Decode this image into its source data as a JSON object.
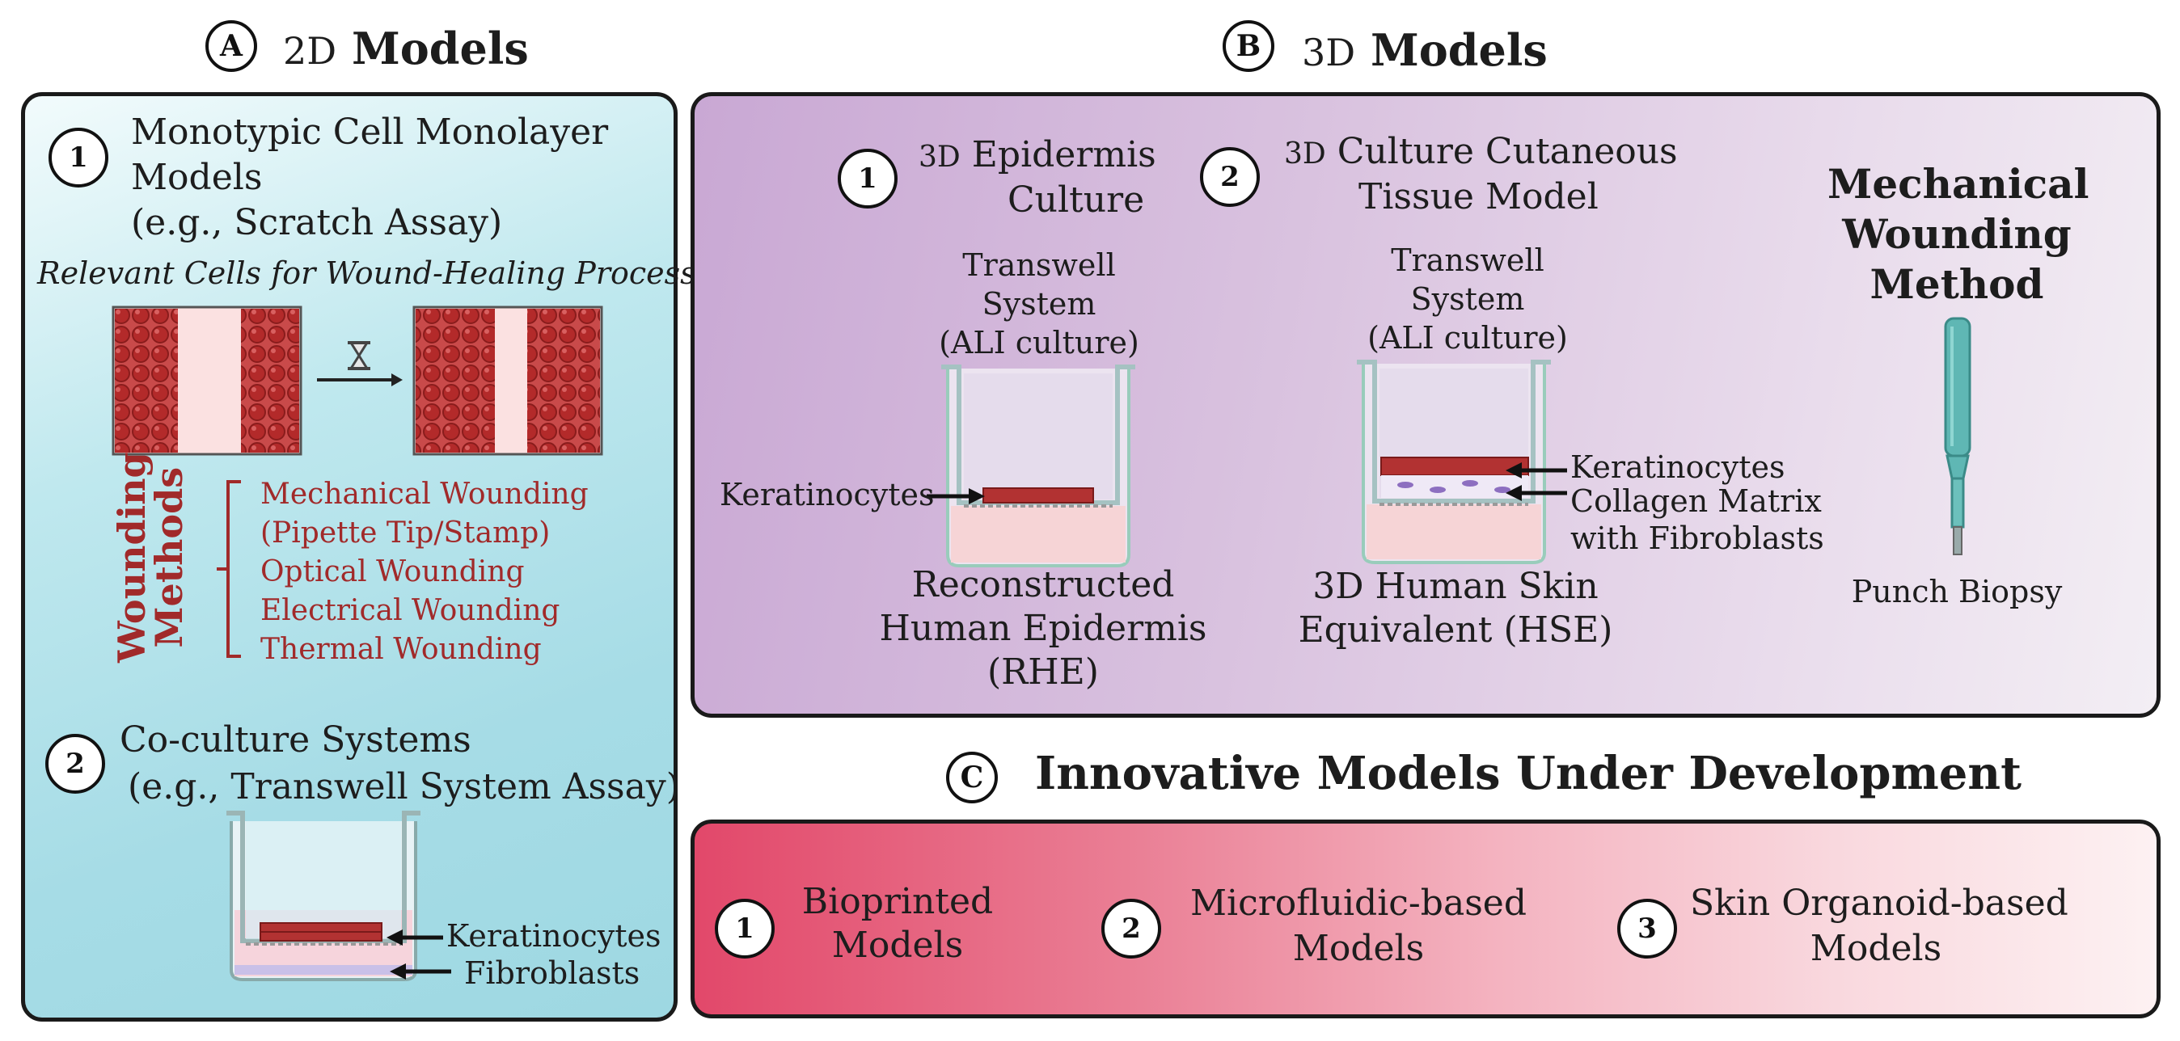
{
  "sectionA": {
    "letter": "A",
    "title_small": "2D",
    "title": "Models",
    "item1": {
      "number": "1",
      "line1": "Monotypic Cell Monolayer",
      "line2": "Models",
      "line3": "(e.g., Scratch Assay)"
    },
    "relevant_cells": "Relevant Cells for Wound-Healing Process",
    "wounding_label_1": "Wounding",
    "wounding_label_2": "Methods",
    "methods": [
      "Mechanical Wounding",
      "(Pipette Tip/Stamp)",
      "Optical Wounding",
      "Electrical Wounding",
      "Thermal Wounding"
    ],
    "item2": {
      "number": "2",
      "line1": "Co-culture Systems",
      "line2": "(e.g., Transwell System Assay)"
    },
    "label_keratinocytes": "Keratinocytes",
    "label_fibroblasts": "Fibroblasts"
  },
  "sectionB": {
    "letter": "B",
    "title_small": "3D",
    "title": "Models",
    "item1": {
      "number": "1",
      "prefix": "3D",
      "line1": "Epidermis",
      "line2": "Culture",
      "transwell": [
        "Transwell",
        "System",
        "(ALI culture)"
      ],
      "label_keratinocytes": "Keratinocytes",
      "caption": [
        "Reconstructed",
        "Human Epidermis",
        "(RHE)"
      ]
    },
    "item2": {
      "number": "2",
      "prefix": "3D",
      "line1": "Culture Cutaneous",
      "line2": "Tissue Model",
      "transwell": [
        "Transwell",
        "System",
        "(ALI culture)"
      ],
      "label_keratinocytes": "Keratinocytes",
      "label_collagen": [
        "Collagen Matrix",
        "with Fibroblasts"
      ],
      "caption": [
        "3D Human Skin",
        "Equivalent (HSE)"
      ]
    },
    "mechanical": [
      "Mechanical",
      "Wounding",
      "Method"
    ],
    "punch": "Punch Biopsy"
  },
  "sectionC": {
    "letter": "C",
    "title": "Innovative Models Under Development",
    "items": [
      {
        "number": "1",
        "lines": [
          "Bioprinted",
          "Models"
        ]
      },
      {
        "number": "2",
        "lines": [
          "Microfluidic-based",
          "Models"
        ]
      },
      {
        "number": "3",
        "lines": [
          "Skin Organoid-based",
          "Models"
        ]
      }
    ]
  },
  "colors": {
    "panelA": "#a8dde6",
    "panelB": "#d7b9dd",
    "panelC": "#e0506e",
    "cell_red": "#b23232",
    "text_red": "#a12a2a"
  }
}
